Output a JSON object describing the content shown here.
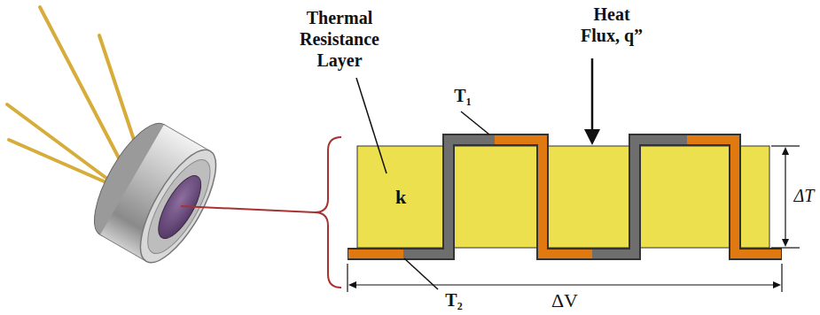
{
  "diagram": {
    "nodes": [
      {
        "text": [
          "k"
        ]
      }
    ],
    "labels": [
      "Thermal Resistance Layer",
      "Heat Flux, q”",
      "T₁",
      "T₂",
      "ΔT",
      "ΔV"
    ]
  }
}
